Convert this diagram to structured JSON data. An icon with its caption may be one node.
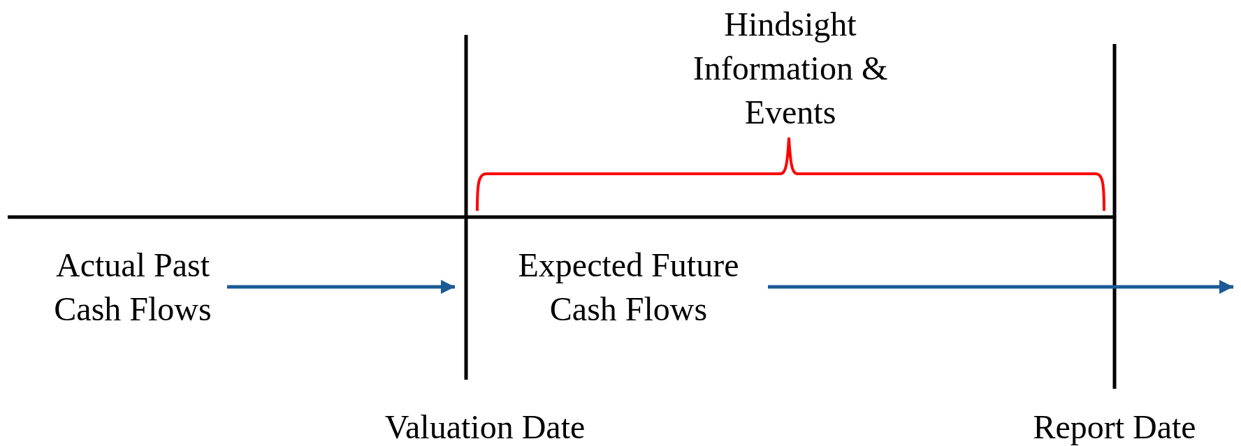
{
  "diagram": {
    "nodes": [
      {
        "text": [
          "Hindsight Information & Events"
        ]
      },
      {
        "text": [
          "Actual Past Cash Flows"
        ]
      },
      {
        "text": [
          "Expected Future Cash Flows"
        ]
      }
    ],
    "edges": [
      {
        "from": 1,
        "to": null,
        "arrow": "to"
      },
      {
        "from": 2,
        "to": null,
        "arrow": "to"
      }
    ],
    "labels": [
      "Valuation Date",
      "Report Date"
    ]
  }
}
